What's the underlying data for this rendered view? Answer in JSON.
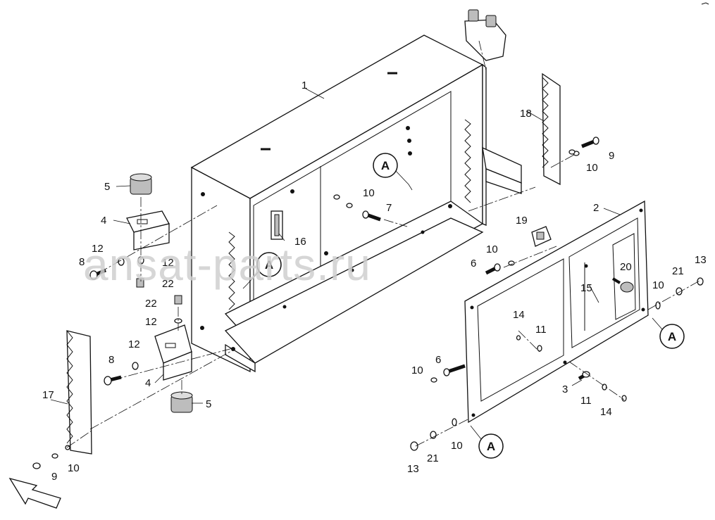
{
  "watermark": "ansat-parts.ru",
  "callouts": [
    {
      "id": "detail-a-top",
      "letter": "A"
    },
    {
      "id": "detail-a-left",
      "letter": "A"
    },
    {
      "id": "detail-a-right",
      "letter": "A"
    },
    {
      "id": "detail-a-bottom",
      "letter": "A"
    }
  ],
  "part_labels": [
    {
      "id": "p1",
      "text": "1"
    },
    {
      "id": "p2",
      "text": "2"
    },
    {
      "id": "p3",
      "text": "3"
    },
    {
      "id": "p4a",
      "text": "4"
    },
    {
      "id": "p4b",
      "text": "4"
    },
    {
      "id": "p5a",
      "text": "5"
    },
    {
      "id": "p5b",
      "text": "5"
    },
    {
      "id": "p6a",
      "text": "6"
    },
    {
      "id": "p6b",
      "text": "6"
    },
    {
      "id": "p7",
      "text": "7"
    },
    {
      "id": "p8a",
      "text": "8"
    },
    {
      "id": "p8b",
      "text": "8"
    },
    {
      "id": "p9a",
      "text": "9"
    },
    {
      "id": "p9b",
      "text": "9"
    },
    {
      "id": "p10a",
      "text": "10"
    },
    {
      "id": "p10b",
      "text": "10"
    },
    {
      "id": "p10c",
      "text": "10"
    },
    {
      "id": "p10d",
      "text": "10"
    },
    {
      "id": "p10e",
      "text": "10"
    },
    {
      "id": "p10f",
      "text": "10"
    },
    {
      "id": "p10g",
      "text": "10"
    },
    {
      "id": "p11a",
      "text": "11"
    },
    {
      "id": "p11b",
      "text": "11"
    },
    {
      "id": "p12a",
      "text": "12"
    },
    {
      "id": "p12b",
      "text": "12"
    },
    {
      "id": "p12c",
      "text": "12"
    },
    {
      "id": "p12d",
      "text": "12"
    },
    {
      "id": "p13a",
      "text": "13"
    },
    {
      "id": "p13b",
      "text": "13"
    },
    {
      "id": "p14a",
      "text": "14"
    },
    {
      "id": "p14b",
      "text": "14"
    },
    {
      "id": "p15",
      "text": "15"
    },
    {
      "id": "p16",
      "text": "16"
    },
    {
      "id": "p17",
      "text": "17"
    },
    {
      "id": "p18",
      "text": "18"
    },
    {
      "id": "p19",
      "text": "19"
    },
    {
      "id": "p20",
      "text": "20"
    },
    {
      "id": "p21a",
      "text": "21"
    },
    {
      "id": "p21b",
      "text": "21"
    },
    {
      "id": "p22a",
      "text": "22"
    },
    {
      "id": "p22b",
      "text": "22"
    }
  ]
}
